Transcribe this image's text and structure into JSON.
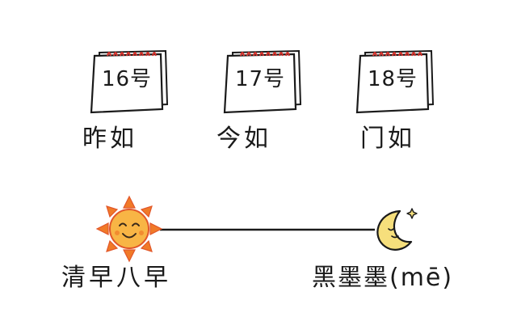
{
  "calendars": [
    {
      "date": "16号",
      "caption": "昨如"
    },
    {
      "date": "17号",
      "caption": "今如"
    },
    {
      "date": "18号",
      "caption": "门如"
    }
  ],
  "timeline": {
    "start_label": "清早八早",
    "end_label": "黑墨墨(mē)",
    "start_icon": "sun-icon",
    "end_icon": "moon-icon"
  },
  "colors": {
    "ring_red": "#d9302a",
    "sun_orange": "#f07a28",
    "sun_yellow": "#f8b545",
    "moon_yellow": "#f6df7c",
    "line": "#1a1a1a"
  }
}
